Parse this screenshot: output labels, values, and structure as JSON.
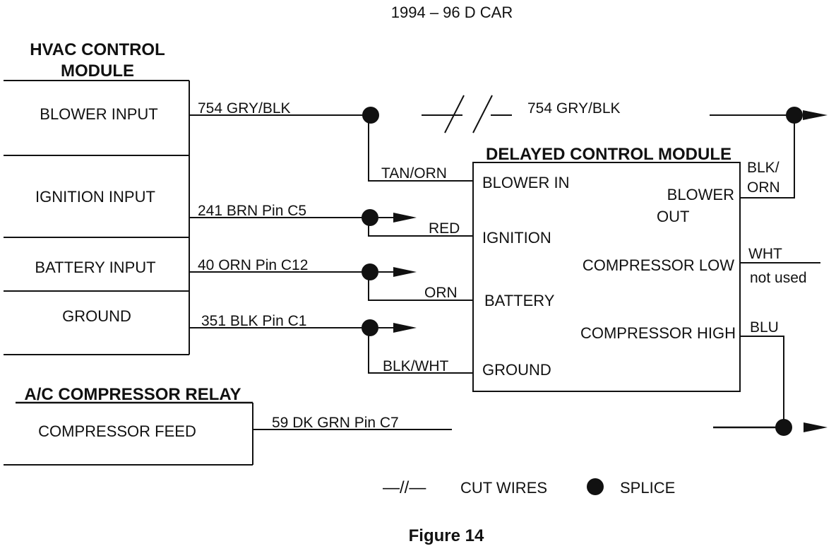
{
  "title": "1994 – 96  D CAR",
  "figure_caption": "Figure 14",
  "hvac": {
    "heading_line1": "HVAC CONTROL",
    "heading_line2": "MODULE",
    "rows": [
      "BLOWER INPUT",
      "IGNITION INPUT",
      "BATTERY INPUT",
      "GROUND"
    ]
  },
  "relay": {
    "heading": "A/C COMPRESSOR RELAY",
    "row": "COMPRESSOR FEED"
  },
  "dcm": {
    "heading": "DELAYED CONTROL MODULE",
    "left_pins": [
      "BLOWER IN",
      "IGNITION",
      "BATTERY",
      "GROUND"
    ],
    "right_pins": {
      "blower_out_1": "BLOWER",
      "blower_out_2": "OUT",
      "comp_low": "COMPRESSOR LOW",
      "comp_high": "COMPRESSOR HIGH"
    }
  },
  "wires": {
    "blower_left": "754 GRY/BLK",
    "blower_right": "754 GRY/BLK",
    "ignition": "241 BRN  Pin C5",
    "battery": "40 ORN  Pin C12",
    "ground": "351 BLK  Pin C1",
    "compressor": "59 DK GRN   Pin  C7",
    "tan_orn": "TAN/ORN",
    "red": "RED",
    "orn": "ORN",
    "blk_wht": "BLK/WHT",
    "blk_orn_1": "BLK/",
    "blk_orn_2": "ORN",
    "wht": "WHT",
    "not_used": "not used",
    "blu": "BLU"
  },
  "legend": {
    "cut_symbol": "—//—",
    "cut_label": "CUT WIRES",
    "splice_label": "SPLICE"
  }
}
